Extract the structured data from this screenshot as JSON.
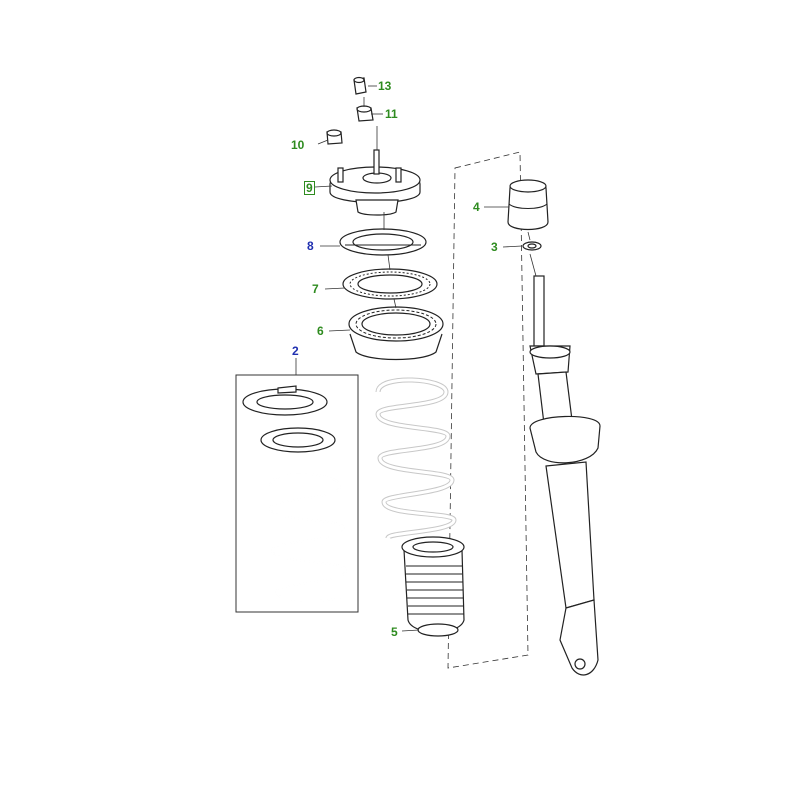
{
  "callouts": [
    {
      "id": "13",
      "color": "#2e8b1f",
      "boxed": false
    },
    {
      "id": "11",
      "color": "#2e8b1f",
      "boxed": false
    },
    {
      "id": "10",
      "color": "#2e8b1f",
      "boxed": false
    },
    {
      "id": "9",
      "color": "#2e8b1f",
      "boxed": true
    },
    {
      "id": "8",
      "color": "#1f2fb0",
      "boxed": false
    },
    {
      "id": "7",
      "color": "#2e8b1f",
      "boxed": false
    },
    {
      "id": "6",
      "color": "#2e8b1f",
      "boxed": false
    },
    {
      "id": "5",
      "color": "#2e8b1f",
      "boxed": false
    },
    {
      "id": "4",
      "color": "#2e8b1f",
      "boxed": false
    },
    {
      "id": "3",
      "color": "#2e8b1f",
      "boxed": false
    },
    {
      "id": "2",
      "color": "#1f2fb0",
      "boxed": false
    }
  ],
  "colors": {
    "callout_green": "#2e8b1f",
    "callout_blue": "#1f2fb0",
    "line": "#222222",
    "ghost": "#c8c8c8"
  }
}
